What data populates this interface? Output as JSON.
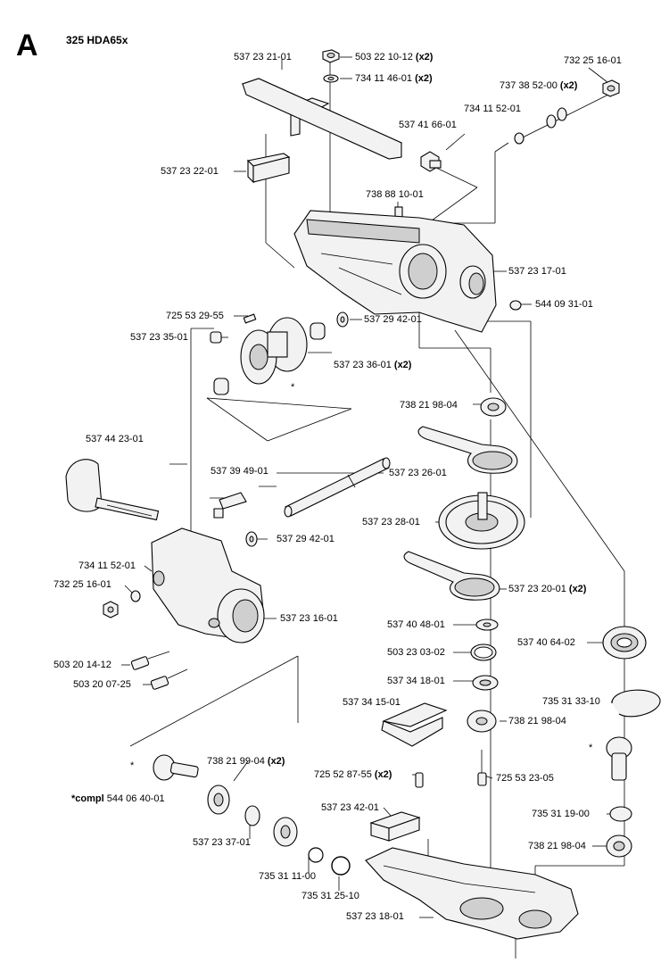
{
  "header": {
    "section_letter": "A",
    "model": "325 HDA65x"
  },
  "parts": [
    {
      "id": "537 23 21-01",
      "qty": ""
    },
    {
      "id": "503 22 10-12",
      "qty": "(x2)"
    },
    {
      "id": "734 11 46-01",
      "qty": "(x2)"
    },
    {
      "id": "732 25 16-01",
      "qty": ""
    },
    {
      "id": "737 38 52-00",
      "qty": "(x2)"
    },
    {
      "id": "734 11 52-01",
      "qty": ""
    },
    {
      "id": "537 41 66-01",
      "qty": ""
    },
    {
      "id": "537 23 22-01",
      "qty": ""
    },
    {
      "id": "738 88 10-01",
      "qty": ""
    },
    {
      "id": "537 23 17-01",
      "qty": ""
    },
    {
      "id": "544 09 31-01",
      "qty": ""
    },
    {
      "id": "725 53 29-55",
      "qty": ""
    },
    {
      "id": "537 23 35-01",
      "qty": ""
    },
    {
      "id": "537 29 42-01",
      "qty": ""
    },
    {
      "id": "537 23 36-01",
      "qty": "(x2)"
    },
    {
      "id": "738 21 98-04",
      "qty": ""
    },
    {
      "id": "537 44 23-01",
      "qty": ""
    },
    {
      "id": "537 39 49-01",
      "qty": ""
    },
    {
      "id": "537 23 26-01",
      "qty": ""
    },
    {
      "id": "537 23 28-01",
      "qty": ""
    },
    {
      "id": "537 29 42-01",
      "qty": ""
    },
    {
      "id": "734 11 52-01",
      "qty": ""
    },
    {
      "id": "732 25 16-01",
      "qty": ""
    },
    {
      "id": "537 23 20-01",
      "qty": "(x2)"
    },
    {
      "id": "537 23 16-01",
      "qty": ""
    },
    {
      "id": "537 40 48-01",
      "qty": ""
    },
    {
      "id": "503 23 03-02",
      "qty": ""
    },
    {
      "id": "537 40 64-02",
      "qty": ""
    },
    {
      "id": "503 20 14-12",
      "qty": ""
    },
    {
      "id": "503 20 07-25",
      "qty": ""
    },
    {
      "id": "537 34 18-01",
      "qty": ""
    },
    {
      "id": "735 31 33-10",
      "qty": ""
    },
    {
      "id": "537 34 15-01",
      "qty": ""
    },
    {
      "id": "738 21 98-04",
      "qty": ""
    },
    {
      "id": "738 21 99-04",
      "qty": "(x2)"
    },
    {
      "id": "725 52 87-55",
      "qty": "(x2)"
    },
    {
      "id": "725 53 23-05",
      "qty": ""
    },
    {
      "id": "544 06 40-01",
      "qty": "",
      "prefix": "*compl"
    },
    {
      "id": "537 23 42-01",
      "qty": ""
    },
    {
      "id": "735 31 19-00",
      "qty": ""
    },
    {
      "id": "537 23 37-01",
      "qty": ""
    },
    {
      "id": "738 21 98-04",
      "qty": ""
    },
    {
      "id": "735 31 11-00",
      "qty": ""
    },
    {
      "id": "735 31 25-10",
      "qty": ""
    },
    {
      "id": "537 23 18-01",
      "qty": ""
    }
  ],
  "markers": {
    "asterisk": "*"
  }
}
